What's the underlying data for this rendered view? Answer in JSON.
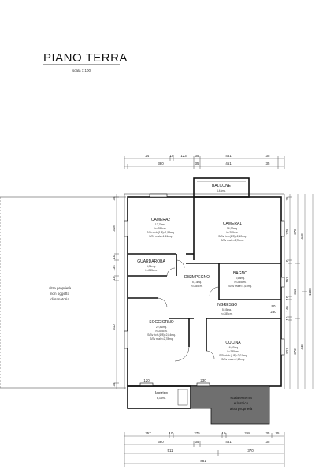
{
  "title": "PIANO TERRA",
  "scale": "scala 1:100",
  "rooms": {
    "balcone": {
      "name": "BALCONE",
      "lines": [
        "4,44mq."
      ]
    },
    "camera2": {
      "name": "CAMERA2",
      "lines": [
        "12,75mq.",
        "h=285cm.",
        "S/Sv rich.(1/8)=1,59mq.",
        "S/Sv reale=1,61mq."
      ]
    },
    "camera1": {
      "name": "CAMERA1",
      "lines": [
        "16,96mq.",
        "h=285cm.",
        "S/Sv rich.(1/8)=2,12mq.",
        "S/Sv reale=2,78mq."
      ]
    },
    "guardaroba": {
      "name": "GUARDAROBA",
      "lines": [
        "3,31mq.",
        "h=285cm."
      ]
    },
    "disimpegno": {
      "name": "DISIMPEGNO",
      "lines": [
        "5,13mq.",
        "h=285cm."
      ]
    },
    "bagno": {
      "name": "BAGNO",
      "lines": [
        "5,68mq.",
        "h=285cm.",
        "S/Sv reale=1,61mq."
      ]
    },
    "ingresso": {
      "name": "INGRESSO",
      "lines": [
        "5,55mq.",
        "h=285cm."
      ]
    },
    "soggiorno": {
      "name": "SOGGIORNO",
      "lines": [
        "22,81mq.",
        "h=285cm.",
        "S/Sv rich.(1/8)=2,84mq.",
        "S/Sv reale=2,78mq."
      ]
    },
    "cucina": {
      "name": "CUCINA",
      "lines": [
        "16,07mq.",
        "h=285cm.",
        "S/Sv rich.(1/8)=2,01mq.",
        "S/Sv reale=2,12mq."
      ]
    },
    "lastrico": {
      "name": "lastrico",
      "lines": [
        "6,34mq."
      ]
    }
  },
  "notes": {
    "left_property": [
      "altra proprietà",
      "non oggetto",
      "di sanatoria"
    ],
    "scala_esterna": [
      "scala esterna",
      "e lastrico",
      "altra proprietà"
    ]
  },
  "dimensions": {
    "top_row1": [
      "247",
      "10",
      "123",
      "35",
      "451",
      "35"
    ],
    "top_row2": [
      "380",
      "35",
      "451",
      "35"
    ],
    "bottom_row1": [
      "257",
      "10",
      "275",
      "10",
      "268",
      "35",
      "35"
    ],
    "bottom_row2": [
      "380",
      "35",
      "451",
      "35"
    ],
    "bottom_row3": [
      "511",
      "370"
    ],
    "bottom_total": [
      "881"
    ],
    "left_col": [
      "35",
      "318",
      "10",
      "134",
      "10",
      "610",
      "35"
    ],
    "right_col1": [
      "35",
      "378",
      "10",
      "157",
      "10",
      "140",
      "10",
      "527"
    ],
    "right_col2": [
      "370",
      "312",
      "372"
    ],
    "right_col3": [
      "440",
      "448"
    ],
    "right_total": [
      "1200"
    ],
    "right_inner": [
      "90",
      "230"
    ],
    "window_door": [
      "120",
      "230"
    ]
  },
  "colors": {
    "wall": "#111111",
    "hatch_area": "#6f6f6f"
  }
}
